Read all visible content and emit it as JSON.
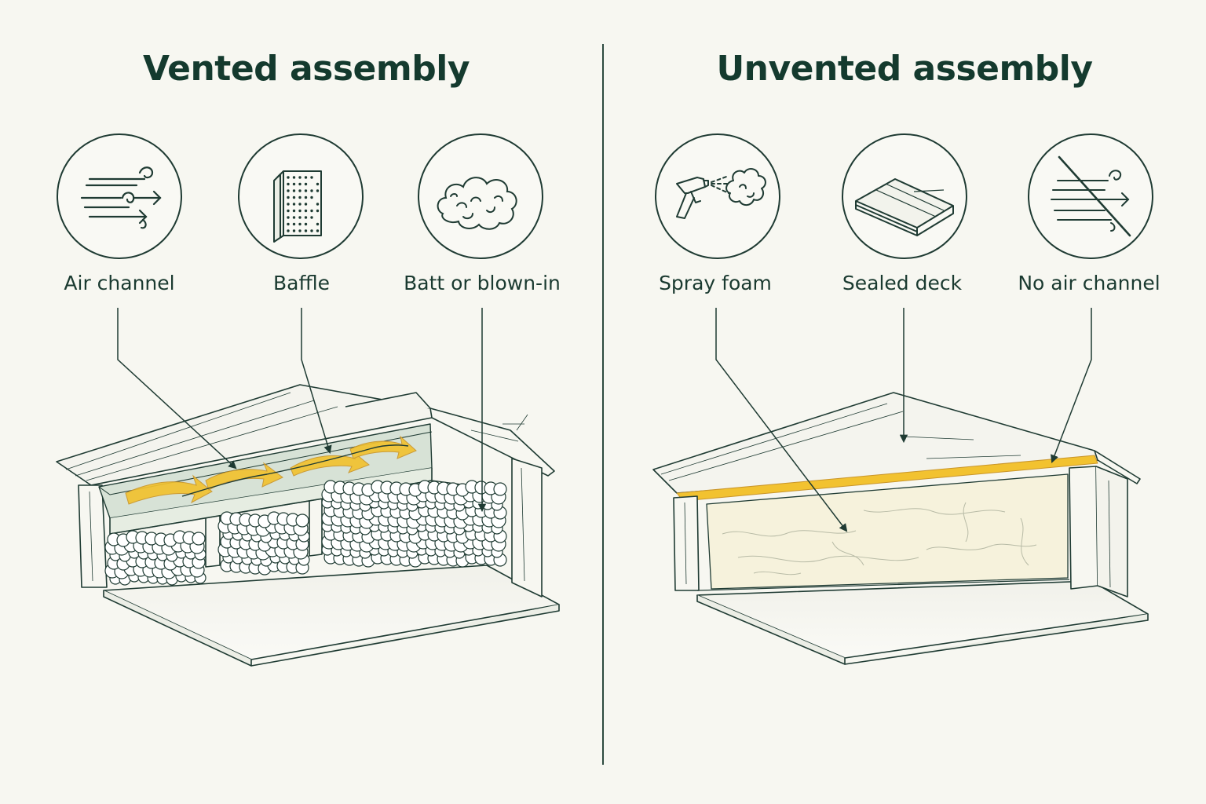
{
  "left_panel": {
    "title": "Vented assembly",
    "components": [
      {
        "label": "Air channel",
        "icon": "air-flow-icon"
      },
      {
        "label": "Baffle",
        "icon": "baffle-panel-icon"
      },
      {
        "label": "Batt or blown-in",
        "icon": "insulation-cloud-icon"
      }
    ]
  },
  "right_panel": {
    "title": "Unvented assembly",
    "components": [
      {
        "label": "Spray foam",
        "icon": "spray-gun-icon"
      },
      {
        "label": "Sealed deck",
        "icon": "deck-board-icon"
      },
      {
        "label": "No air channel",
        "icon": "no-air-flow-icon"
      }
    ]
  },
  "colors": {
    "background": "#f7f7f1",
    "ink": "#1f3b33",
    "airflow_accent": "#f2c230",
    "spray_foam_fill": "#f6f2dc",
    "insulation_fill": "#ffffff"
  }
}
